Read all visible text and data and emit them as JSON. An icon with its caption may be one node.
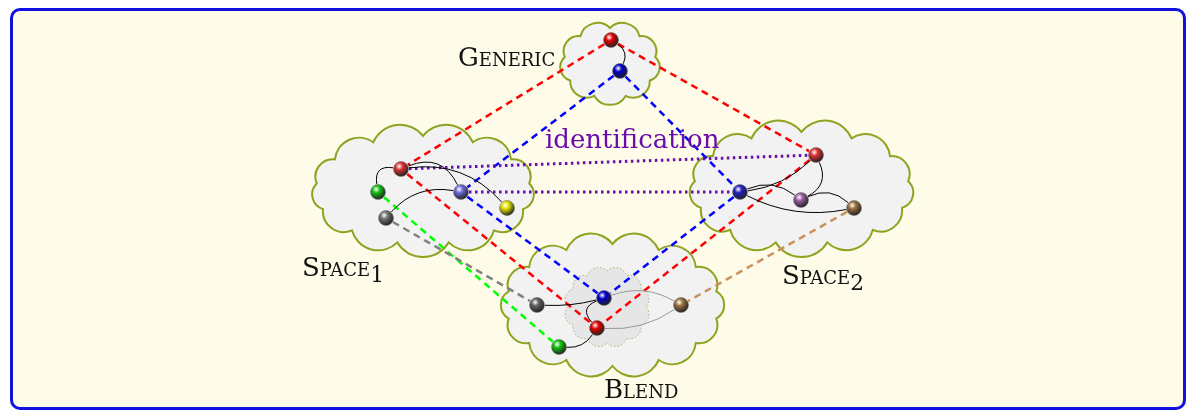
{
  "diagram": {
    "nodes": [
      {
        "text": [
          "Generic"
        ]
      },
      {
        "text": [],
        "shape": "circle",
        "in": 0
      },
      {
        "text": [],
        "shape": "circle",
        "in": 0
      },
      {
        "text": [
          "Space$_{1}$"
        ]
      },
      {
        "text": [],
        "shape": "circle",
        "in": 3
      },
      {
        "text": [],
        "shape": "circle",
        "in": 3
      },
      {
        "text": [],
        "shape": "circle",
        "in": 3
      },
      {
        "text": [],
        "shape": "circle",
        "in": 3
      },
      {
        "text": [],
        "shape": "circle",
        "in": 3
      },
      {
        "text": [
          "Space$_{2}$"
        ]
      },
      {
        "text": [],
        "shape": "circle",
        "in": 9
      },
      {
        "text": [],
        "shape": "circle",
        "in": 9
      },
      {
        "text": [],
        "shape": "circle",
        "in": 9
      },
      {
        "text": [],
        "shape": "circle",
        "in": 9
      },
      {
        "text": [
          "Blend"
        ]
      },
      {
        "text": [],
        "shape": "cloud",
        "in": 14
      },
      {
        "text": [],
        "shape": "circle",
        "in": 14
      },
      {
        "text": [],
        "shape": "circle",
        "in": 15
      },
      {
        "text": [],
        "shape": "circle",
        "in": 15
      },
      {
        "text": [],
        "shape": "circle",
        "in": 14
      },
      {
        "text": [],
        "shape": "circle",
        "in": 14
      }
    ],
    "edges": [
      {
        "from": 1,
        "to": 4,
        "arrow": "none",
        "style": "dashed",
        "color": "#ff0000"
      },
      {
        "from": 1,
        "to": 10,
        "arrow": "none",
        "style": "dashed",
        "color": "#ff0000"
      },
      {
        "from": 2,
        "to": 6,
        "arrow": "none",
        "style": "dashed",
        "color": "#0000ff"
      },
      {
        "from": 2,
        "to": 11,
        "arrow": "none",
        "style": "dashed",
        "color": "#0000ff"
      },
      {
        "from": 4,
        "to": 10,
        "arrow": "none",
        "style": "dashed",
        "color": "#6a0dad",
        "label": "identification"
      },
      {
        "from": 6,
        "to": 11,
        "arrow": "none",
        "style": "dashed",
        "color": "#6a0dad"
      },
      {
        "from": 4,
        "to": 18,
        "arrow": "none",
        "style": "dashed",
        "color": "#ff0000"
      },
      {
        "from": 6,
        "to": 17,
        "arrow": "none",
        "style": "dashed",
        "color": "#0000ff"
      },
      {
        "from": 5,
        "to": 20,
        "arrow": "none",
        "style": "dashed",
        "color": "#00ff00"
      },
      {
        "from": 7,
        "to": 16,
        "arrow": "none",
        "style": "dashed",
        "color": "#808080"
      },
      {
        "from": 10,
        "to": 18,
        "arrow": "none",
        "style": "dashed",
        "color": "#ff0000"
      },
      {
        "from": 11,
        "to": 17,
        "arrow": "none",
        "style": "dashed",
        "color": "#0000ff"
      },
      {
        "from": 13,
        "to": 19,
        "arrow": "none",
        "style": "dashed",
        "color": "#c8915a"
      },
      {
        "from": 1,
        "to": 2,
        "arrow": "none",
        "color": "#000000"
      },
      {
        "from": 4,
        "to": 5,
        "arrow": "none",
        "color": "#000000"
      },
      {
        "from": 4,
        "to": 6,
        "arrow": "none",
        "color": "#000000"
      },
      {
        "from": 4,
        "to": 8,
        "arrow": "none",
        "color": "#000000"
      },
      {
        "from": 6,
        "to": 7,
        "arrow": "none",
        "color": "#000000"
      },
      {
        "from": 11,
        "to": 10,
        "arrow": "none",
        "color": "#000000"
      },
      {
        "from": 11,
        "to": 12,
        "arrow": "none",
        "color": "#000000"
      },
      {
        "from": 12,
        "to": 10,
        "arrow": "none",
        "color": "#000000"
      },
      {
        "from": 12,
        "to": 13,
        "arrow": "none",
        "color": "#000000"
      },
      {
        "from": 11,
        "to": 13,
        "arrow": "none",
        "color": "#000000"
      },
      {
        "from": 16,
        "to": 17,
        "arrow": "none",
        "color": "#000000"
      },
      {
        "from": 17,
        "to": 18,
        "arrow": "none",
        "color": "#000000"
      },
      {
        "from": 18,
        "to": 20,
        "arrow": "none",
        "color": "#000000"
      },
      {
        "from": 17,
        "to": 19,
        "arrow": "none",
        "color": "#999999"
      },
      {
        "from": 18,
        "to": 19,
        "arrow": "none",
        "color": "#999999"
      }
    ]
  }
}
